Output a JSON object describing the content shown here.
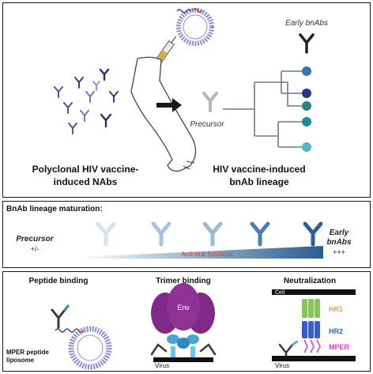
{
  "panel_top": {
    "left_caption_line1": "Polyclonal HIV vaccine-",
    "left_caption_line2": "induced NAbs",
    "right_caption_line1": "HIV vaccine-induced",
    "right_caption_line2": "bnAb lineage",
    "precursor_label": "Precursor",
    "early_label": "Early bnAbs",
    "leaf_colors": [
      "#3e6fb0",
      "#1f3b86",
      "#2f7f7a",
      "#1f8d95",
      "#55b3c3"
    ]
  },
  "panel_middle": {
    "title": "BnAb lineage maturation:",
    "left_label": "Precursor",
    "left_sub": "+/-",
    "right_label_line1": "Early",
    "right_label_line2": "bnAbs",
    "right_sub": "+++",
    "bar_text": "Anti-viral functions",
    "antibody_colors": [
      "#d5e2ef",
      "#a9c3db",
      "#9dbad3",
      "#4e7eab",
      "#2d5f92"
    ]
  },
  "panel_bottom": {
    "col1_title": "Peptide binding",
    "col1_caption_line1": "MPER peptide",
    "col1_caption_line2": "liposome",
    "col2_title": "Trimer binding",
    "col2_env_label": "Env",
    "col2_virus_label": "Virus",
    "col3_title": "Neutralization",
    "col3_cell_label": "Cell",
    "col3_hr1": "HR1",
    "col3_hr2": "HR2",
    "col3_mper": "MPER",
    "col3_virus_label": "Virus"
  }
}
